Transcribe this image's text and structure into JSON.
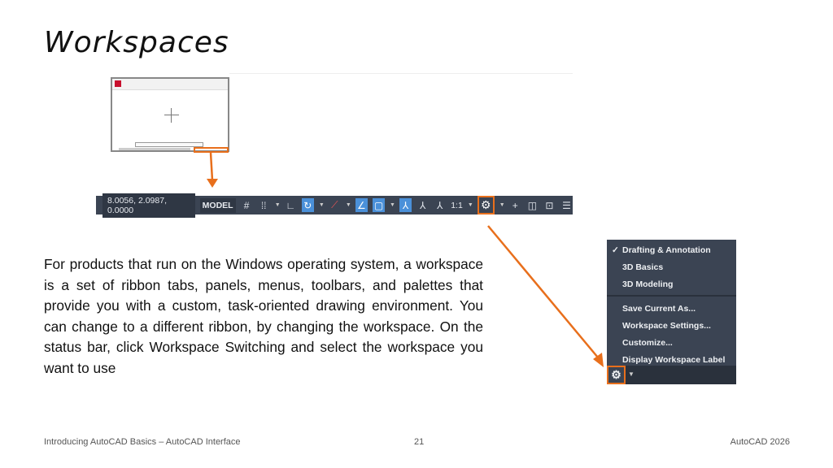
{
  "title": "Workspaces",
  "statusbar": {
    "coords": "8.0056, 2.0987, 0.0000",
    "model": "MODEL",
    "scale": "1:1"
  },
  "body": "For products that run on the Windows operating system, a workspace is a set of ribbon tabs, panels, menus, toolbars, and palettes that provide you with a custom, task-oriented drawing environment. You can change to a different ribbon, by changing the workspace. On the status bar, click Workspace Switching and select the workspace you want to use",
  "menu": {
    "check": "✓",
    "items": [
      "Drafting & Annotation",
      "3D Basics",
      "3D Modeling"
    ],
    "actions": [
      "Save Current As...",
      "Workspace Settings...",
      "Customize...",
      "Display Workspace Label"
    ]
  },
  "footer": {
    "left": "Introducing AutoCAD Basics – AutoCAD Interface",
    "page": "21",
    "right": "AutoCAD 2026"
  },
  "colors": {
    "accent": "#e86f1c",
    "statusbar": "#3b4453"
  }
}
